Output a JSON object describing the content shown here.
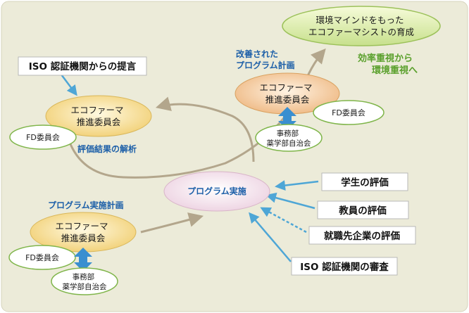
{
  "nodes": {
    "goal": "環境マインドをもった\nエコファーマシストの育成",
    "shift_label": "効率重視から\n環境重視へ",
    "revised_plan_label": "改善された\nプログラム計画",
    "committee_top": "エコファーマ\n推進委員会",
    "committee_mid": "エコファーマ\n推進委員会",
    "committee_bottom": "エコファーマ\n推進委員会",
    "fd_top": "FD委員会",
    "fd_mid": "FD委員会",
    "fd_bottom": "FD委員会",
    "office_top": "事務部\n薬学部自治会",
    "office_bottom": "事務部\n薬学部自治会",
    "iso_proposal": "ISO 認証機関からの提言",
    "analysis_label": "評価結果の解析",
    "program_plan_label": "プログラム実施計画",
    "program_exec": "プログラム実施",
    "eval_students": "学生の評価",
    "eval_faculty": "教員の評価",
    "eval_employers": "就職先企業の評価",
    "iso_review": "ISO 認証機関の審査"
  },
  "colors": {
    "background": "#ecebd9",
    "accent_blue": "#4ea6d6",
    "label_blue": "#1c5fa8",
    "green": "#5aa02c",
    "arrow_tan": "#b3a68c",
    "committee_fill": "#f1cf73",
    "orange_fill": "#eeb882",
    "pink_fill": "#f0d8e6"
  }
}
